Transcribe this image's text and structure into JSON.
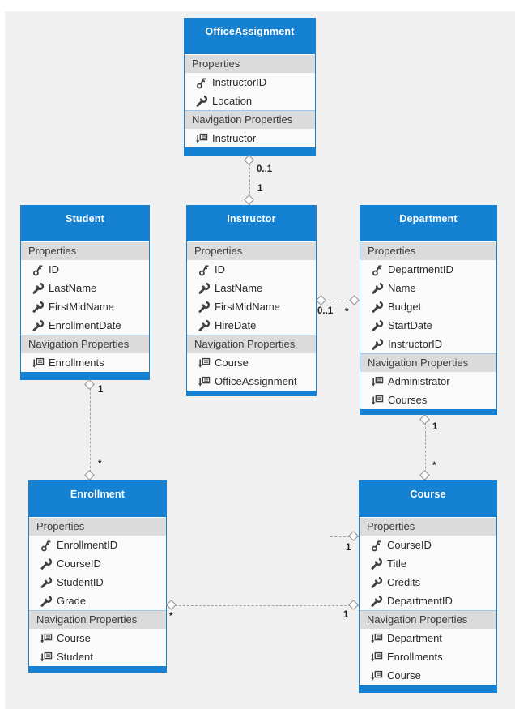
{
  "diagram": {
    "background_color": "#f1f0f1",
    "accent_color": "#1581d2",
    "section_properties_label": "Properties",
    "section_navigation_label": "Navigation Properties"
  },
  "entities": [
    {
      "name": "OfficeAssignment",
      "properties": [
        {
          "icon": "key",
          "name": "InstructorID"
        },
        {
          "icon": "wrench",
          "name": "Location"
        }
      ],
      "navigation": [
        {
          "icon": "navigation",
          "name": "Instructor"
        }
      ]
    },
    {
      "name": "Student",
      "properties": [
        {
          "icon": "key",
          "name": "ID"
        },
        {
          "icon": "wrench",
          "name": "LastName"
        },
        {
          "icon": "wrench",
          "name": "FirstMidName"
        },
        {
          "icon": "wrench",
          "name": "EnrollmentDate"
        }
      ],
      "navigation": [
        {
          "icon": "navigation",
          "name": "Enrollments"
        }
      ]
    },
    {
      "name": "Instructor",
      "properties": [
        {
          "icon": "key",
          "name": "ID"
        },
        {
          "icon": "wrench",
          "name": "LastName"
        },
        {
          "icon": "wrench",
          "name": "FirstMidName"
        },
        {
          "icon": "wrench",
          "name": "HireDate"
        }
      ],
      "navigation": [
        {
          "icon": "navigation",
          "name": "Course"
        },
        {
          "icon": "navigation",
          "name": "OfficeAssignment"
        }
      ]
    },
    {
      "name": "Department",
      "properties": [
        {
          "icon": "key",
          "name": "DepartmentID"
        },
        {
          "icon": "wrench",
          "name": "Name"
        },
        {
          "icon": "wrench",
          "name": "Budget"
        },
        {
          "icon": "wrench",
          "name": "StartDate"
        },
        {
          "icon": "wrench",
          "name": "InstructorID"
        }
      ],
      "navigation": [
        {
          "icon": "navigation",
          "name": "Administrator"
        },
        {
          "icon": "navigation",
          "name": "Courses"
        }
      ]
    },
    {
      "name": "Enrollment",
      "properties": [
        {
          "icon": "key",
          "name": "EnrollmentID"
        },
        {
          "icon": "wrench",
          "name": "CourseID"
        },
        {
          "icon": "wrench",
          "name": "StudentID"
        },
        {
          "icon": "wrench",
          "name": "Grade"
        }
      ],
      "navigation": [
        {
          "icon": "navigation",
          "name": "Course"
        },
        {
          "icon": "navigation",
          "name": "Student"
        }
      ]
    },
    {
      "name": "Course",
      "properties": [
        {
          "icon": "key",
          "name": "CourseID"
        },
        {
          "icon": "wrench",
          "name": "Title"
        },
        {
          "icon": "wrench",
          "name": "Credits"
        },
        {
          "icon": "wrench",
          "name": "DepartmentID"
        }
      ],
      "navigation": [
        {
          "icon": "navigation",
          "name": "Department"
        },
        {
          "icon": "navigation",
          "name": "Enrollments"
        },
        {
          "icon": "navigation",
          "name": "Course"
        }
      ]
    }
  ],
  "associations": [
    {
      "name": "officeassignment-instructor",
      "labels": {
        "near_officeassignment": "0..1",
        "near_instructor": "1"
      }
    },
    {
      "name": "instructor-department",
      "labels": {
        "near_instructor": "0..1",
        "near_department": "*"
      }
    },
    {
      "name": "student-enrollment",
      "labels": {
        "near_student": "1",
        "near_enrollment": "*"
      }
    },
    {
      "name": "department-course",
      "labels": {
        "near_department": "1",
        "near_course": "*"
      }
    },
    {
      "name": "enrollment-course",
      "labels": {
        "near_enrollment": "*",
        "near_course": "1"
      }
    },
    {
      "name": "course-stub",
      "labels": {
        "near_course": "1"
      }
    }
  ]
}
